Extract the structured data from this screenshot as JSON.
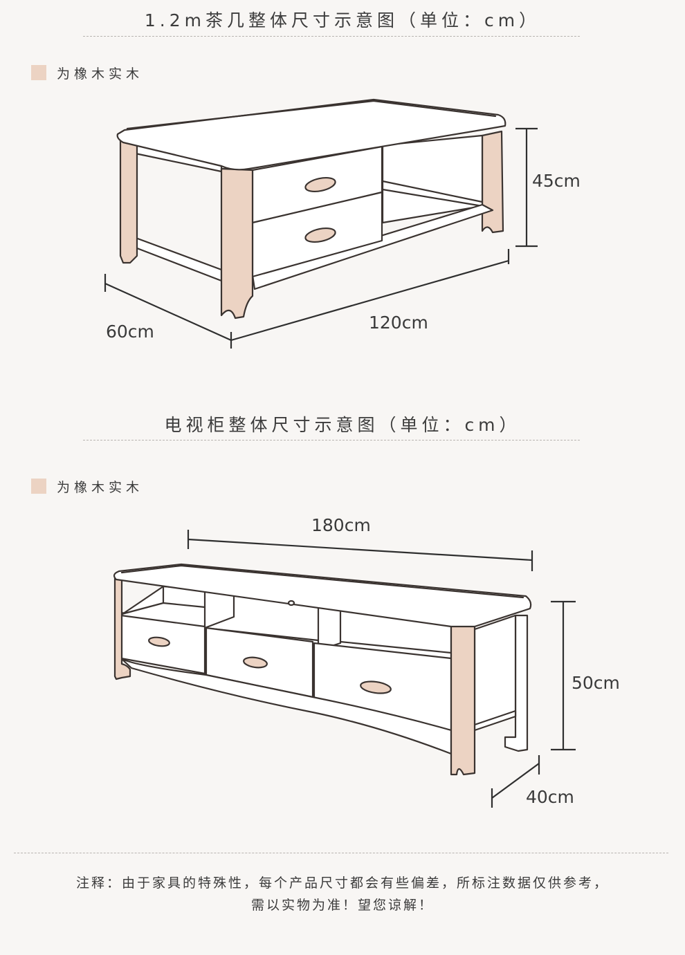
{
  "coffee_table": {
    "title": "1.2m茶几整体尺寸示意图（单位：cm）",
    "legend": "为橡木实木",
    "dimensions": {
      "height": "45cm",
      "length": "120cm",
      "depth": "60cm"
    }
  },
  "tv_cabinet": {
    "title": "电视柜整体尺寸示意图（单位：cm）",
    "legend": "为橡木实木",
    "dimensions": {
      "length": "180cm",
      "height": "50cm",
      "depth": "40cm"
    }
  },
  "note": {
    "line1": "注释：由于家具的特殊性，每个产品尺寸都会有些偏差，所标注数据仅供参考，",
    "line2": "需以实物为准！望您谅解！"
  },
  "colors": {
    "wood": "#ecd3c3",
    "line": "#3a3330",
    "panel": "#ffffff",
    "background": "#f8f6f4"
  }
}
